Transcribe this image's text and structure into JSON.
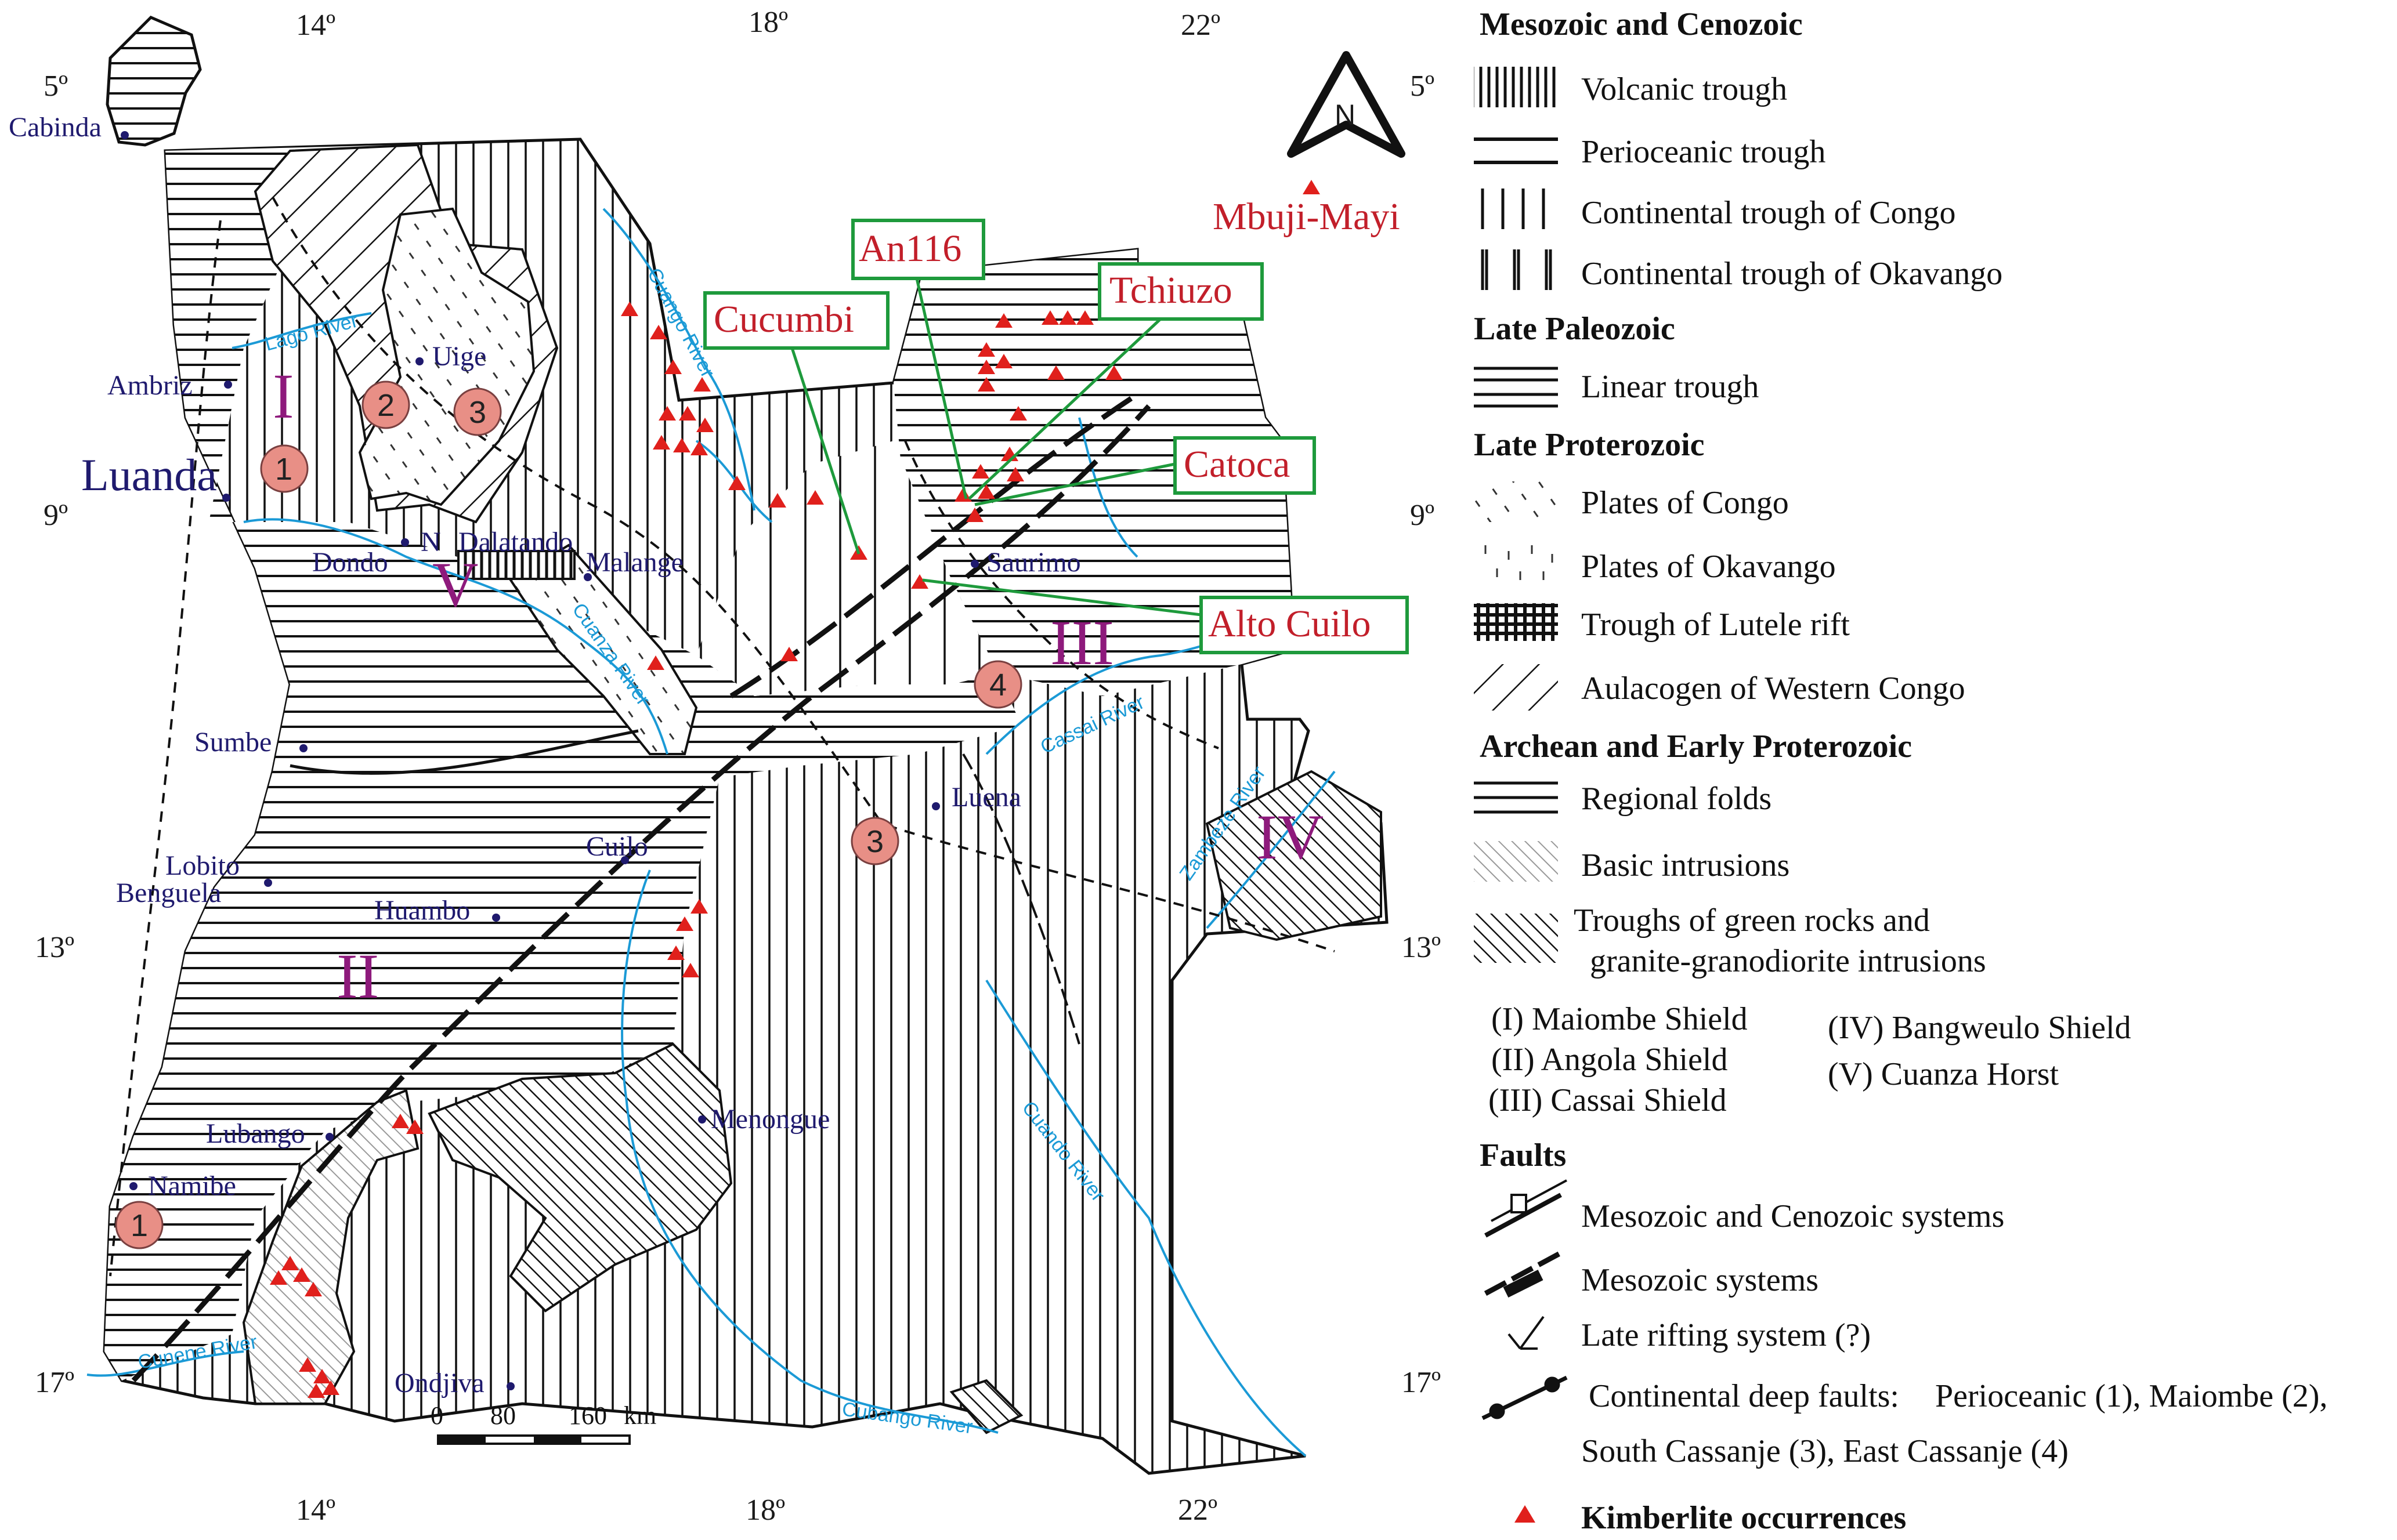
{
  "coords": {
    "top": [
      "14º",
      "18º",
      "22º"
    ],
    "bottom": [
      "14º",
      "18º",
      "22º"
    ],
    "left": [
      "5º",
      "9º",
      "13º",
      "17º"
    ],
    "right": [
      "5º",
      "9º",
      "13º",
      "17º"
    ]
  },
  "north_arrow": {
    "letter": "N"
  },
  "cities": [
    "Cabinda",
    "Ambriz",
    "Luanda",
    "Uige",
    "Dondo",
    "N",
    "Dalatando",
    "Malange",
    "Saurimo",
    "Sumbe",
    "Luena",
    "Cuilo",
    "Lobito",
    "Benguela",
    "Huambo",
    "Menongue",
    "Lubango",
    "Namibe",
    "Ondjiva"
  ],
  "rivers": [
    "Lago River",
    "Cuango River",
    "Cuanza River",
    "Cassai River",
    "Zambeze River",
    "Cuando River",
    "Cubango River",
    "Cunene River"
  ],
  "shields": [
    "I",
    "II",
    "III",
    "IV",
    "V"
  ],
  "fault_numbers": [
    "1",
    "2",
    "3",
    "1",
    "3",
    "4"
  ],
  "deposits": [
    "Mbuji-Mayi",
    "An116",
    "Cucumbi",
    "Tchiuzo",
    "Catoca",
    "Alto Cuilo"
  ],
  "scale_bar": {
    "ticks": [
      "0",
      "80",
      "160"
    ],
    "unit": "km"
  },
  "legend": {
    "mesozoic_cenozoic": {
      "heading": "Mesozoic and Cenozoic",
      "items": [
        "Volcanic trough",
        "Perioceanic trough",
        "Continental trough of Congo",
        "Continental trough of  Okavango"
      ]
    },
    "late_paleozoic": {
      "heading": "Late Paleozoic",
      "items": [
        "Linear trough"
      ]
    },
    "late_proterozoic": {
      "heading": "Late Proterozoic",
      "items": [
        "Plates of Congo",
        "Plates of Okavango",
        "Trough of Lutele rift",
        "Aulacogen of Western Congo"
      ]
    },
    "archean": {
      "heading": "Archean and Early Proterozoic",
      "items": [
        "Regional folds",
        "Basic intrusions",
        "Troughs of green rocks and",
        "granite-granodiorite intrusions"
      ]
    },
    "shield_list": {
      "col1": [
        "(I) Maiombe Shield",
        "(II) Angola Shield",
        "(III) Cassai Shield"
      ],
      "col2": [
        "(IV) Bangweulo Shield",
        "(V)  Cuanza Horst"
      ]
    },
    "faults": {
      "heading": "Faults",
      "items": [
        "Mesozoic and Cenozoic systems",
        "Mesozoic systems",
        "Late rifting system (?)"
      ],
      "deep_line1_a": "Continental deep faults:",
      "deep_line1_b": "Perioceanic (1), Maiombe (2),",
      "deep_line2": "South Cassanje (3), East Cassanje (4)"
    },
    "kimberlite": "Kimberlite occurrences"
  },
  "colors": {
    "city": "#1f1a6e",
    "river": "#1b9ad6",
    "shield": "#8e1a7c",
    "deposit": "#c21f2a",
    "deposit_box": "#1e9a3c",
    "circle_fill": "#e88f86",
    "kimberlite": "#e0201c"
  }
}
